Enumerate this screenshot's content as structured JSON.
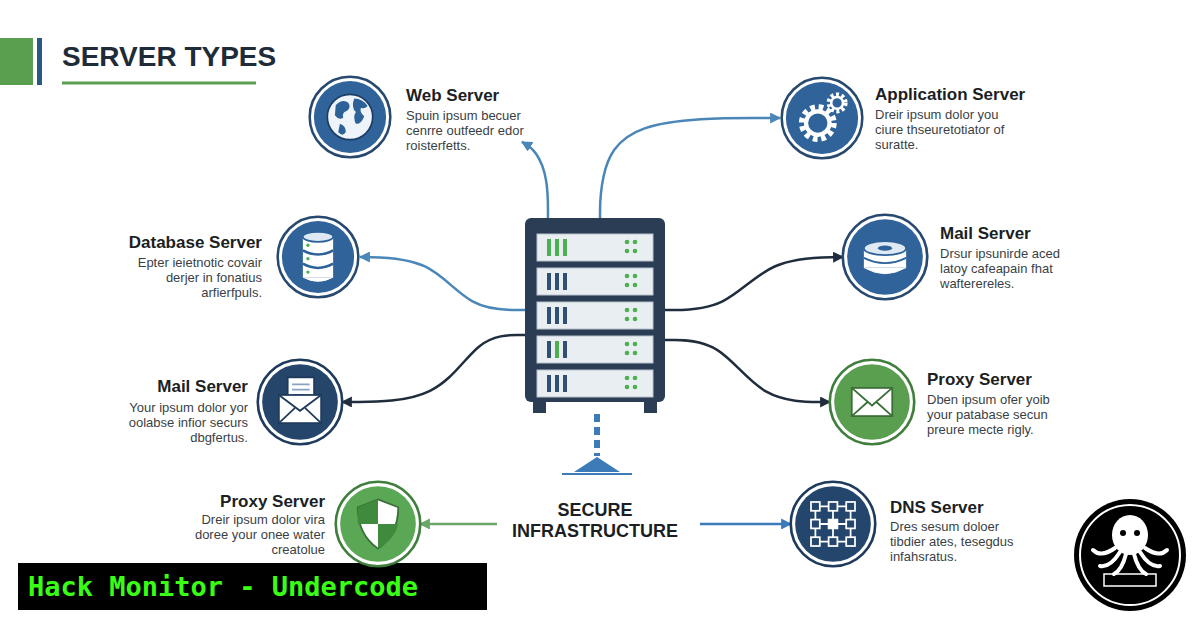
{
  "diagram": {
    "title": "SERVER TYPES",
    "nodes": [
      {
        "text": [
          "Web Server",
          "Spuin ipsum becuer cenrre outfeedr edor roisterfetts."
        ]
      },
      {
        "text": [
          "Application Server",
          "Dreir ipsum dolor you ciure thseuretotiator of suratte."
        ]
      },
      {
        "text": [
          "Database Server",
          "Epter ieietnotic covair derjer in fonatius arfierfpuls."
        ]
      },
      {
        "text": [
          "Mail Server",
          "Drsur ipsunirde aced latoy cafeapain fhat wafterereles."
        ]
      },
      {
        "text": [
          "Mail Server",
          "Your ipsum dolor yor oolabse infior securs dbgfertus."
        ]
      },
      {
        "text": [
          "Proxy Server",
          "Dben ipsum ofer yoib your patabase secun preure mecte rigly."
        ]
      },
      {
        "text": [
          "Proxy Server",
          "Dreir ipsum dolor vira doree your onee water creatolue"
        ]
      },
      {
        "text": [
          "SECURE INFRASTRUCTURE"
        ]
      },
      {
        "text": [
          "DNS Server",
          "Dres sesum doloer tibdier ates, tesegdus infahsratus."
        ]
      }
    ],
    "edges": [
      {
        "from": 7,
        "to": 0,
        "arrow": "to"
      },
      {
        "from": 7,
        "to": 1,
        "arrow": "to"
      },
      {
        "from": 7,
        "to": 2,
        "arrow": "to"
      },
      {
        "from": 7,
        "to": 3,
        "arrow": "to"
      },
      {
        "from": 7,
        "to": 4,
        "arrow": "to"
      },
      {
        "from": 7,
        "to": 5,
        "arrow": "to"
      },
      {
        "from": 7,
        "to": 6,
        "arrow": "to"
      },
      {
        "from": 7,
        "to": 8,
        "arrow": "to"
      }
    ],
    "labels": [
      "Hack Monitor - Undercode"
    ]
  }
}
